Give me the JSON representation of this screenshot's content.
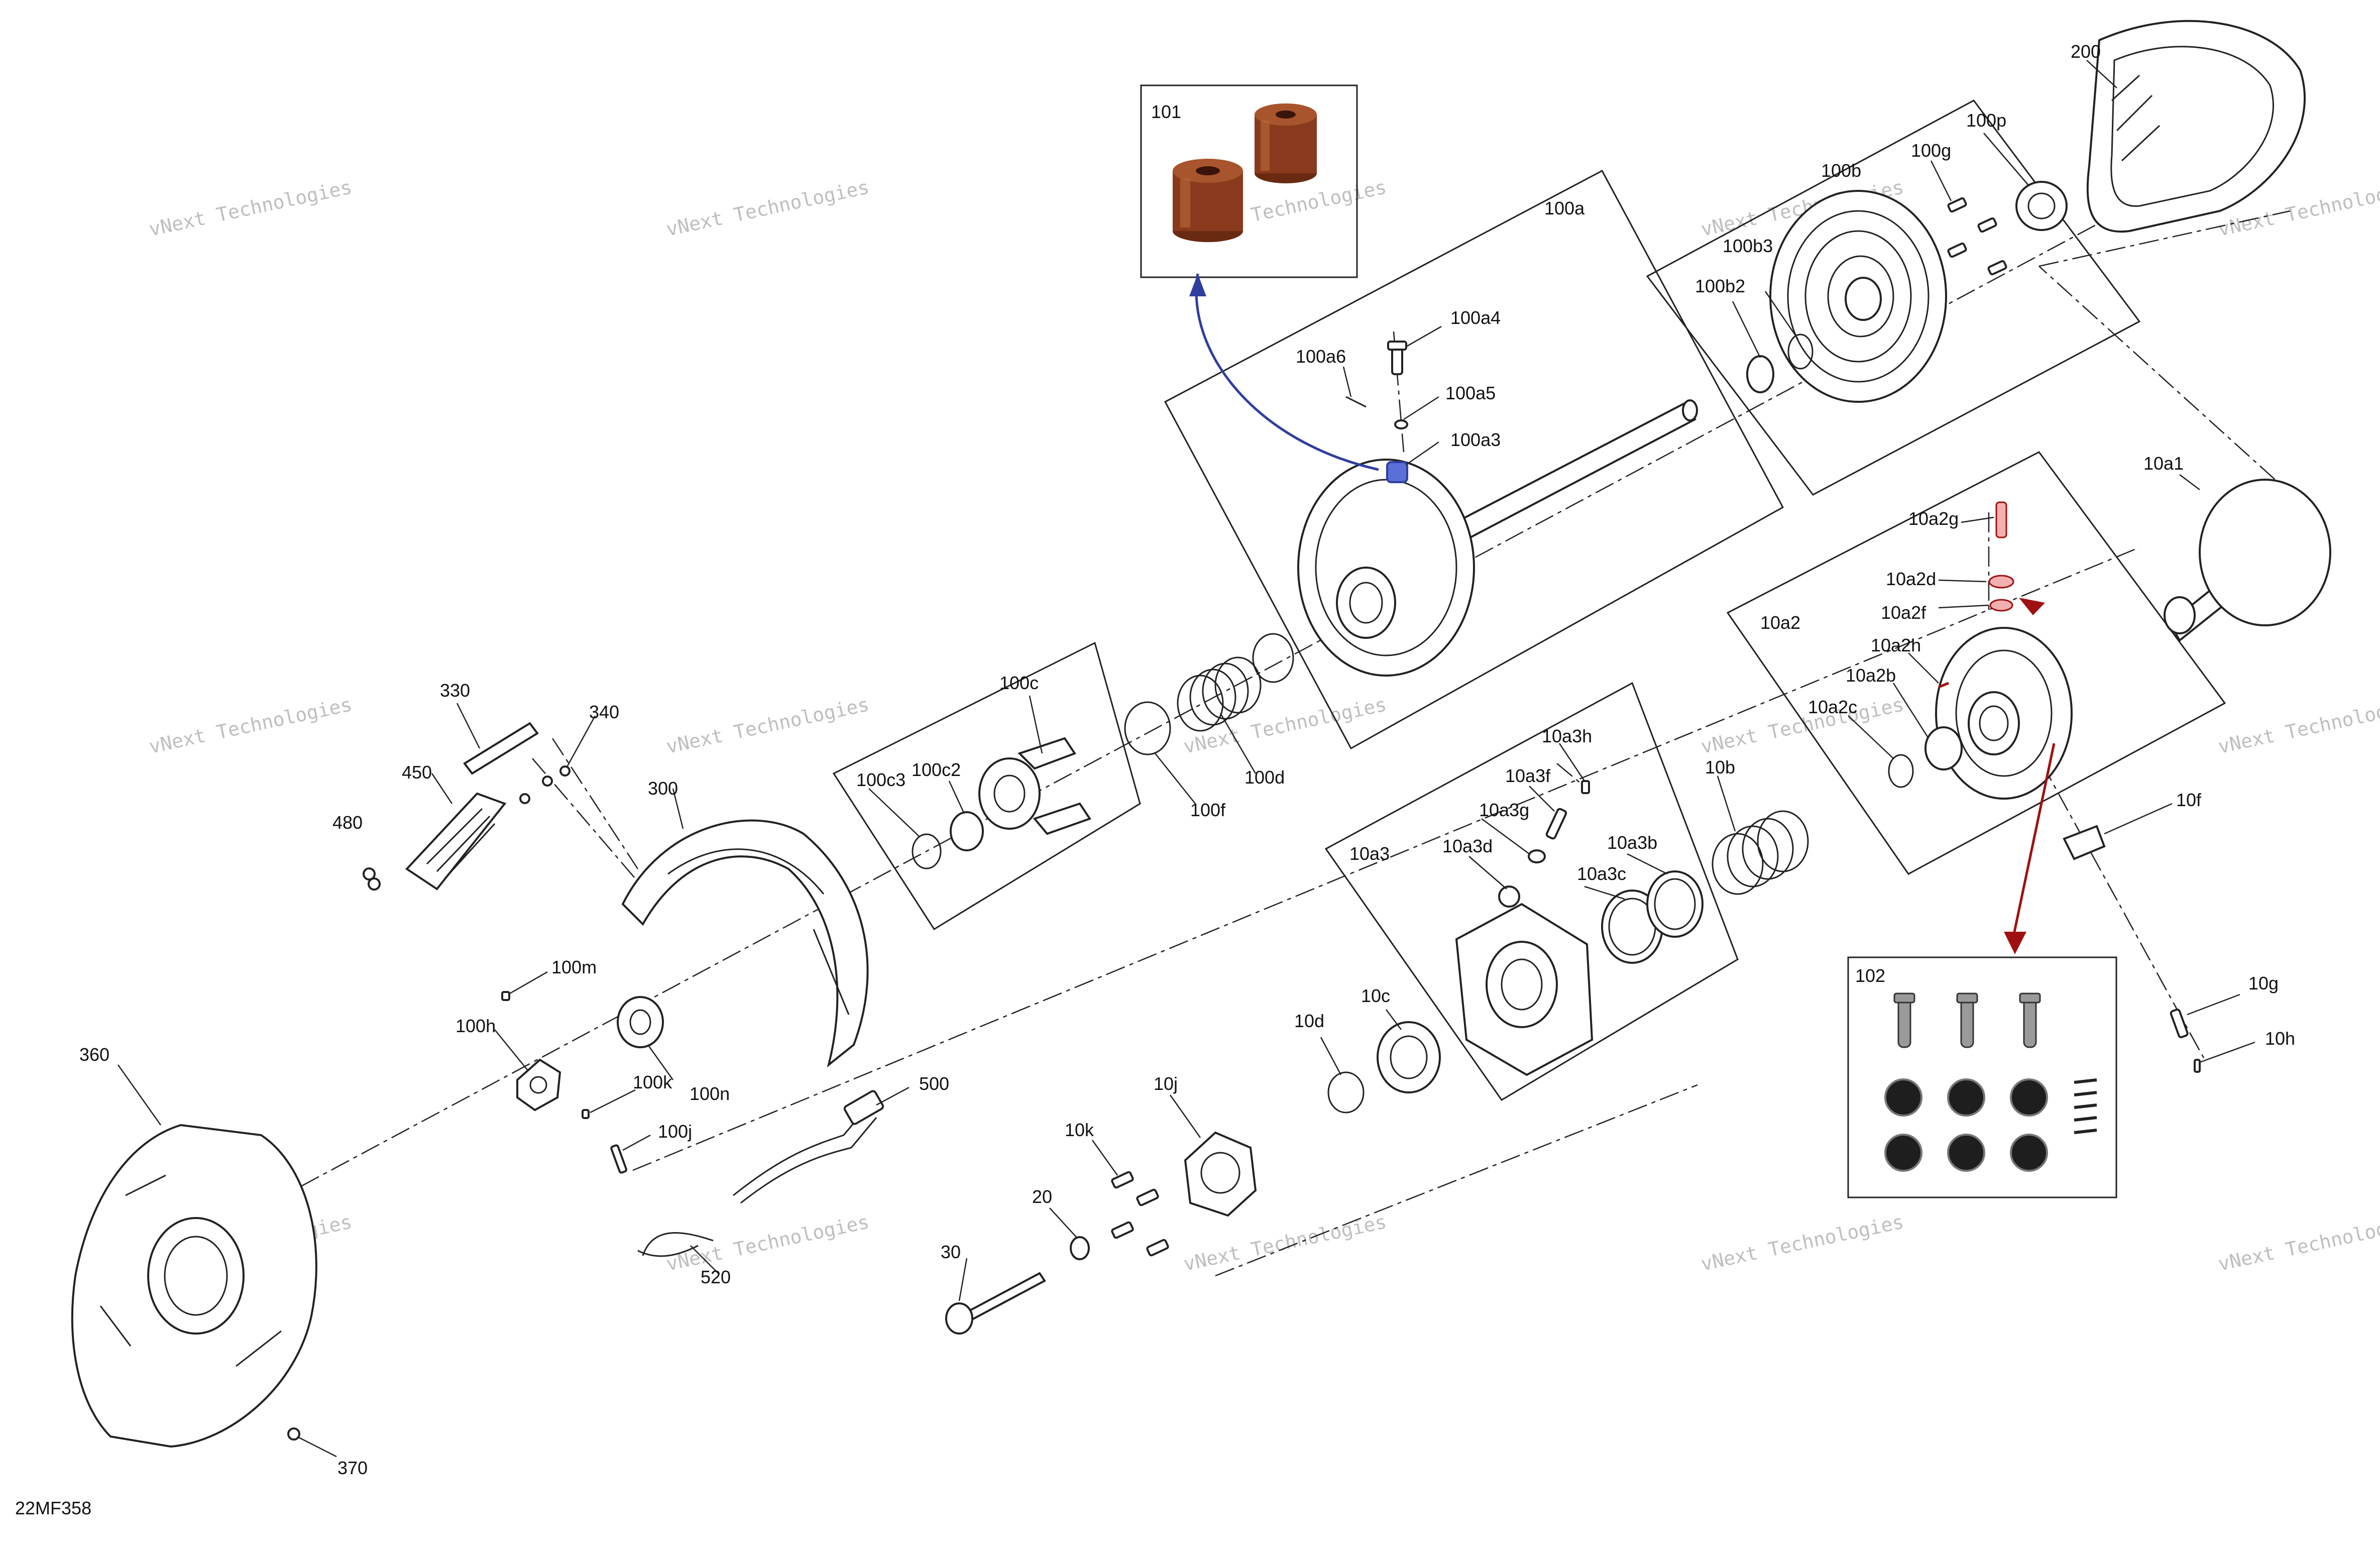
{
  "diagram_code": "22MF358",
  "watermark_text": "vNext Technologies",
  "colors": {
    "callout_blue": "#2e3f9e",
    "callout_red": "#a01010",
    "bushing_brown": "#8a3a1c",
    "line": "#222222"
  },
  "labels": {
    "p101": "101",
    "p102": "102",
    "p200": "200",
    "p100p": "100p",
    "p100g": "100g",
    "p100b": "100b",
    "p100b3": "100b3",
    "p100b2": "100b2",
    "p100a": "100a",
    "p100a4": "100a4",
    "p100a6": "100a6",
    "p100a5": "100a5",
    "p100a3": "100a3",
    "p10a1": "10a1",
    "p10a2g": "10a2g",
    "p10a2d": "10a2d",
    "p10a2f": "10a2f",
    "p10a2": "10a2",
    "p10a2h": "10a2h",
    "p10a2b": "10a2b",
    "p10a2c": "10a2c",
    "p100c": "100c",
    "p100c3": "100c3",
    "p100c2": "100c2",
    "p100f": "100f",
    "p100d": "100d",
    "p10a3h": "10a3h",
    "p10a3f": "10a3f",
    "p10a3g": "10a3g",
    "p10a3d": "10a3d",
    "p10a3b": "10a3b",
    "p10a3": "10a3",
    "p10a3c": "10a3c",
    "p10b": "10b",
    "p10f": "10f",
    "p10g": "10g",
    "p10h": "10h",
    "p330": "330",
    "p340": "340",
    "p450": "450",
    "p480": "480",
    "p300": "300",
    "p100m": "100m",
    "p100h": "100h",
    "p100k": "100k",
    "p100n": "100n",
    "p100j": "100j",
    "p360": "360",
    "p370": "370",
    "p500": "500",
    "p520": "520",
    "p10j": "10j",
    "p10k": "10k",
    "p10d": "10d",
    "p10c": "10c",
    "p20": "20",
    "p30": "30"
  }
}
